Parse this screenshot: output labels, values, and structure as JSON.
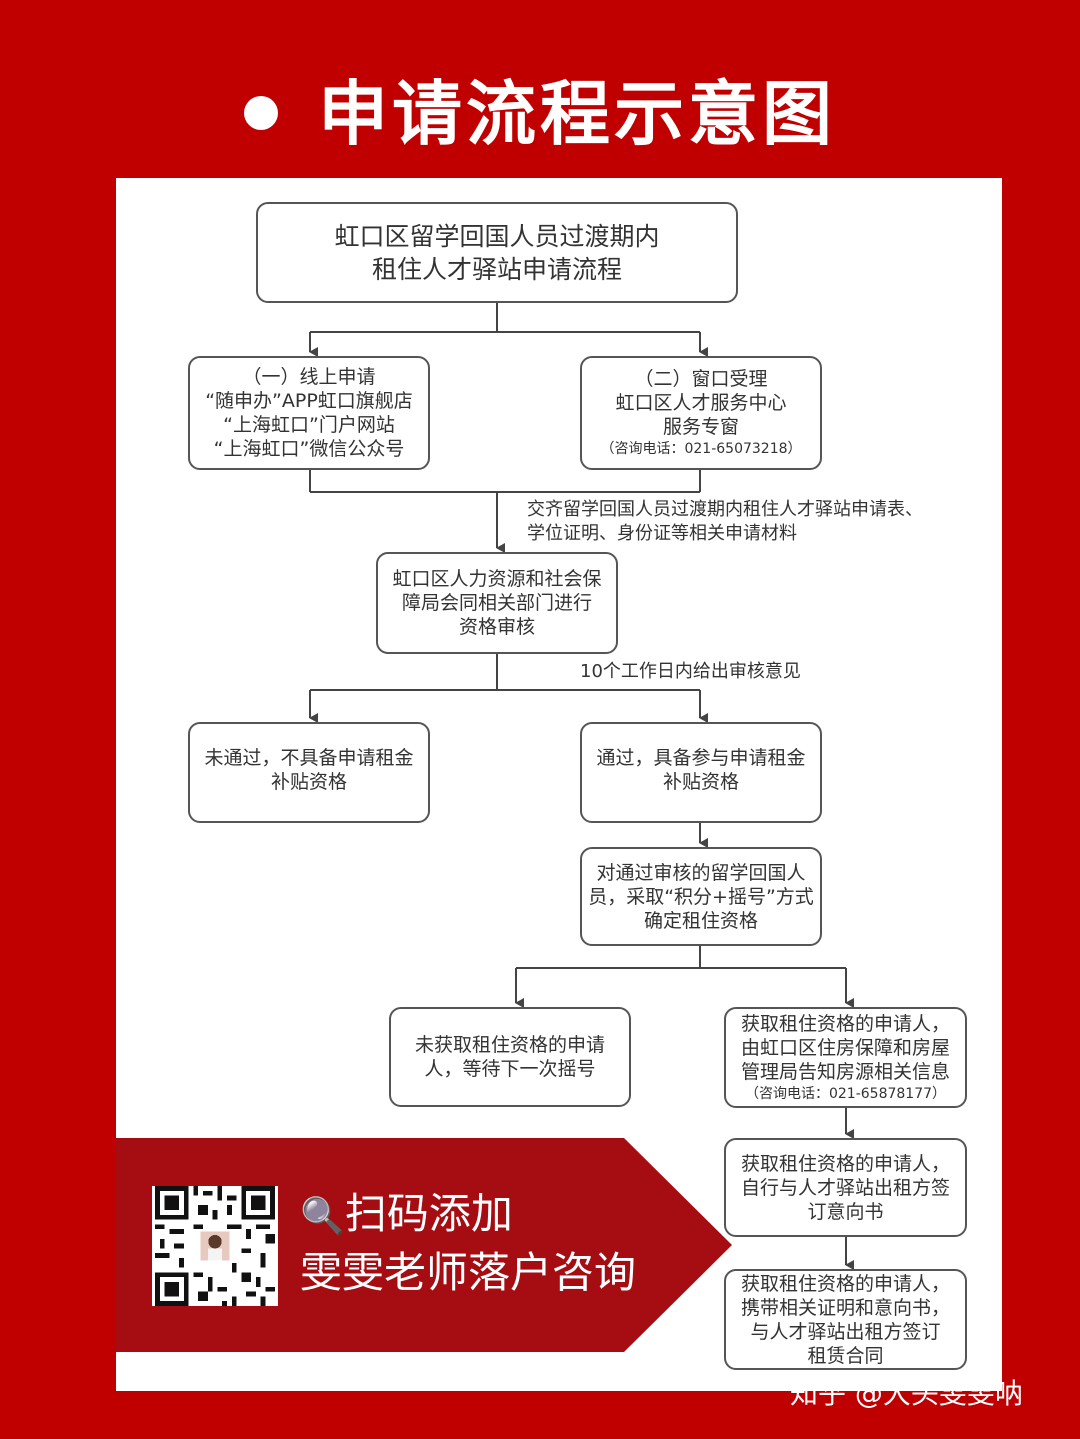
{
  "header": {
    "title": "申请流程示意图"
  },
  "flow": {
    "top": [
      "虹口区留学回国人员过渡期内",
      "租住人才驿站申请流程"
    ],
    "online": [
      "（一）线上申请",
      "“随申办”APP虹口旗舰店",
      "“上海虹口”门户网站",
      "“上海虹口”微信公众号"
    ],
    "window": [
      "（二）窗口受理",
      "虹口区人才服务中心",
      "服务专窗",
      "（咨询电话：021-65073218）"
    ],
    "submit_note": [
      "交齐留学回国人员过渡期内租住人才驿站申请表、",
      "学位证明、身份证等相关申请材料"
    ],
    "review": [
      "虹口区人力资源和社会保",
      "障局会同相关部门进行",
      "资格审核"
    ],
    "days_note": "10个工作日内给出审核意见",
    "fail": [
      "未通过，不具备申请租金",
      "补贴资格"
    ],
    "pass": [
      "通过，具备参与申请租金",
      "补贴资格"
    ],
    "points": [
      "对通过审核的留学回国人",
      "员，采取“积分+摇号”方式",
      "确定租住资格"
    ],
    "wait": [
      "未获取租住资格的申请",
      "人，等待下一次摇号"
    ],
    "get1": [
      "获取租住资格的申请人，",
      "由虹口区住房保障和房屋",
      "管理局告知房源相关信息",
      "（咨询电话：021-65878177）"
    ],
    "get2": [
      "获取租住资格的申请人，",
      "自行与人才驿站出租方签",
      "订意向书"
    ],
    "get3": [
      "获取租住资格的申请人，",
      "携带相关证明和意向书，",
      "与人才驿站出租方签订",
      "租赁合同"
    ]
  },
  "banner": {
    "line1": "扫码添加",
    "line2": "雯雯老师落户咨询",
    "icon": "magnifier-icon"
  },
  "watermark": "知乎 @大头雯雯呐",
  "colors": {
    "background": "#c00000",
    "banner": "#a50d12",
    "line": "#444444"
  }
}
